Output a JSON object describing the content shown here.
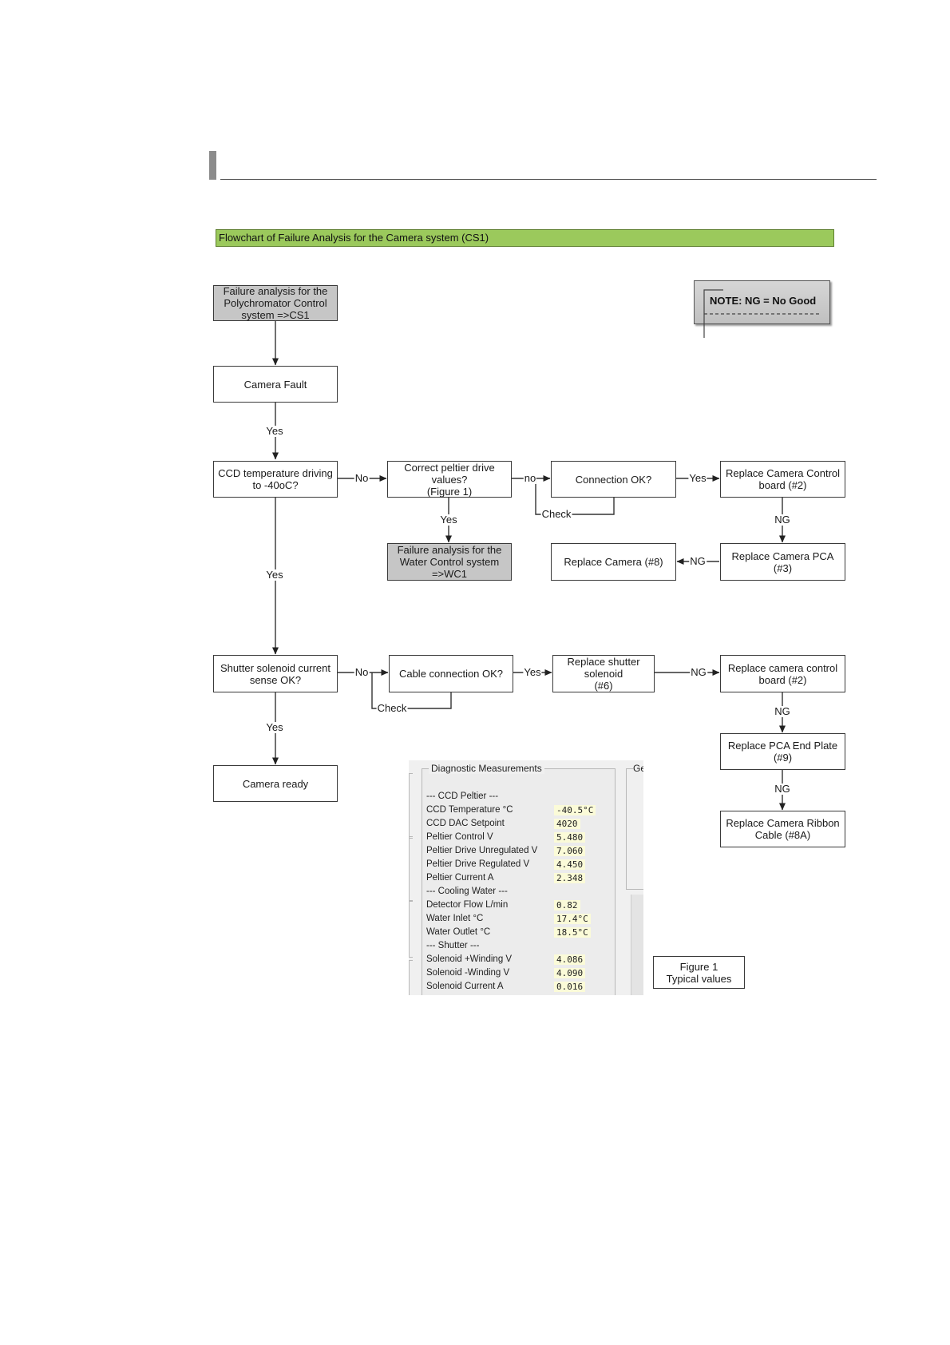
{
  "banner_title": "Flowchart of Failure Analysis for the Camera system (CS1)",
  "note": "NOTE: NG = No Good",
  "nodes": {
    "start": "Failure analysis for the\nPolychromator Control\nsystem =>CS1",
    "camera_fault": "Camera Fault",
    "ccd_temp": "CCD temperature driving\nto -40oC?",
    "peltier": "Correct peltier drive\nvalues?\n(Figure 1)",
    "connection": "Connection OK?",
    "replace_control_board": "Replace Camera Control\nboard (#2)",
    "water_wc1": "Failure analysis for the\nWater Control system\n=>WC1",
    "replace_camera": "Replace Camera (#8)",
    "replace_pca": "Replace Camera PCA\n(#3)",
    "shutter_sense": "Shutter solenoid current\nsense OK?",
    "cable_connection": "Cable connection OK?",
    "replace_shutter": "Replace shutter solenoid\n(#6)",
    "replace_control_board_2": "Replace camera control\nboard (#2)",
    "replace_end_plate": "Replace PCA End Plate\n(#9)",
    "replace_ribbon": "Replace Camera Ribbon\nCable (#8A)",
    "camera_ready": "Camera ready"
  },
  "edge_labels": {
    "fault_to_ccd": "Yes",
    "ccd_to_peltier": "No",
    "peltier_to_connection": "no",
    "connection_check": "Check",
    "connection_to_board": "Yes",
    "peltier_to_wc1": "Yes",
    "board_to_pca": "NG",
    "pca_to_camera": "NG",
    "ccd_to_shutter": "Yes",
    "shutter_to_cable": "No",
    "cable_check": "Check",
    "cable_to_solenoid": "Yes",
    "solenoid_to_board": "NG",
    "board2_to_endplate": "NG",
    "endplate_to_ribbon": "NG",
    "shutter_to_ready": "Yes"
  },
  "diagnostics": {
    "title": "Diagnostic Measurements",
    "side_title": "Ge",
    "sections": {
      "peltier": "--- CCD Peltier ---",
      "water": "--- Cooling Water ---",
      "shutter": "--- Shutter ---"
    },
    "rows": [
      {
        "label": "CCD Temperature °C",
        "value": "-40.5°C"
      },
      {
        "label": "CCD DAC Setpoint",
        "value": "4020"
      },
      {
        "label": "Peltier Control V",
        "value": "5.480"
      },
      {
        "label": "Peltier Drive Unregulated V",
        "value": "7.060"
      },
      {
        "label": "Peltier Drive Regulated V",
        "value": "4.450"
      },
      {
        "label": "Peltier Current A",
        "value": "2.348"
      },
      {
        "label": "Detector Flow L/min",
        "value": "0.82"
      },
      {
        "label": "Water Inlet °C",
        "value": "17.4°C"
      },
      {
        "label": "Water Outlet °C",
        "value": "18.5°C"
      },
      {
        "label": "Solenoid +Winding V",
        "value": "4.086"
      },
      {
        "label": "Solenoid -Winding V",
        "value": "4.090"
      },
      {
        "label": "Solenoid Current A",
        "value": "0.016"
      }
    ]
  },
  "figure_caption": "Figure 1\nTypical values"
}
